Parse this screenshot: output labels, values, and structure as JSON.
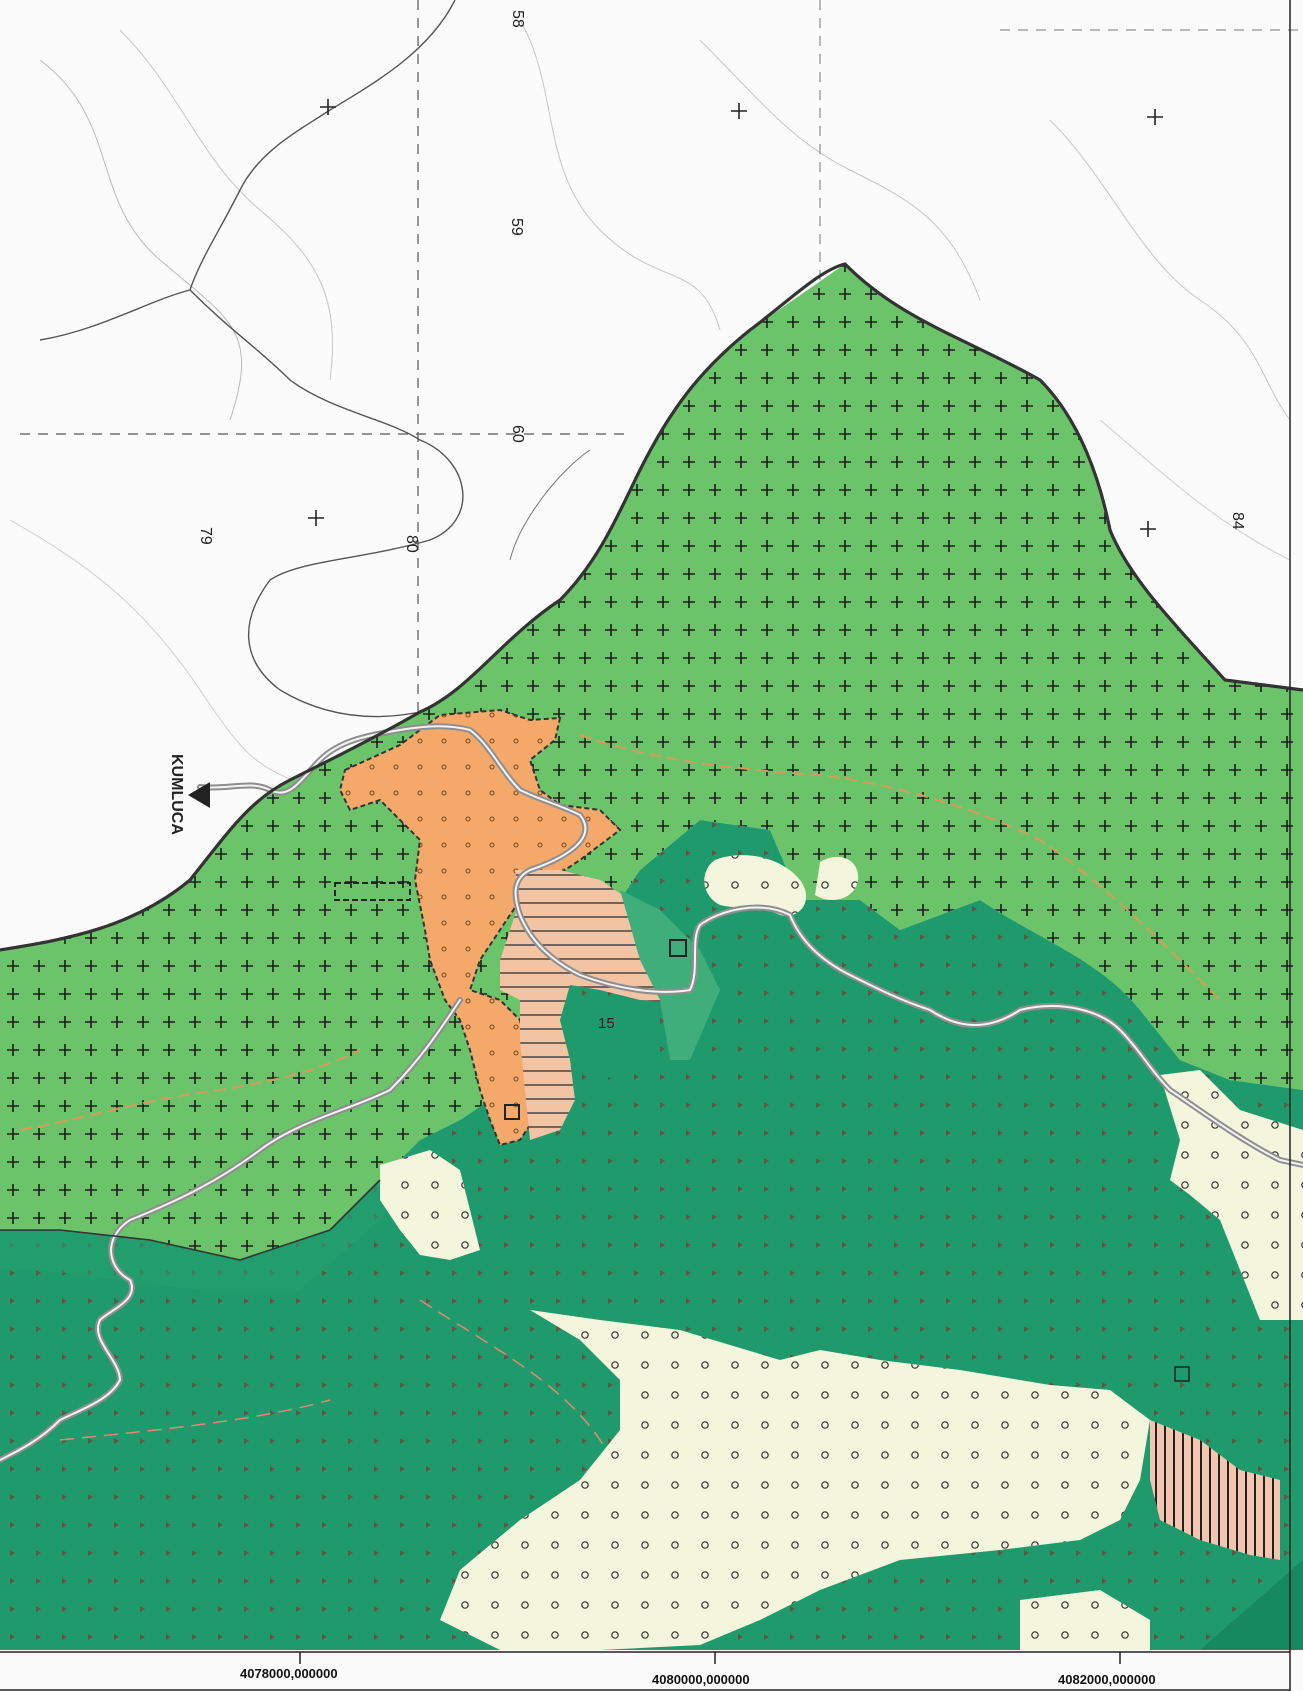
{
  "map": {
    "place_label": "KUMLUCA",
    "grid_numbers": [
      "58",
      "59",
      "60",
      "79",
      "80",
      "84"
    ],
    "zone_label": "15",
    "coordinates": [
      "4078000,000000",
      "4080000,000000",
      "4082000,000000"
    ]
  },
  "colors": {
    "light_green": "#6cc46a",
    "dark_green": "#1f9a6c",
    "orange": "#f4a86a",
    "peach": "#f2c4a4",
    "cream": "#f3f6dc",
    "river": "#9a9a9a",
    "boundary": "#333333"
  }
}
